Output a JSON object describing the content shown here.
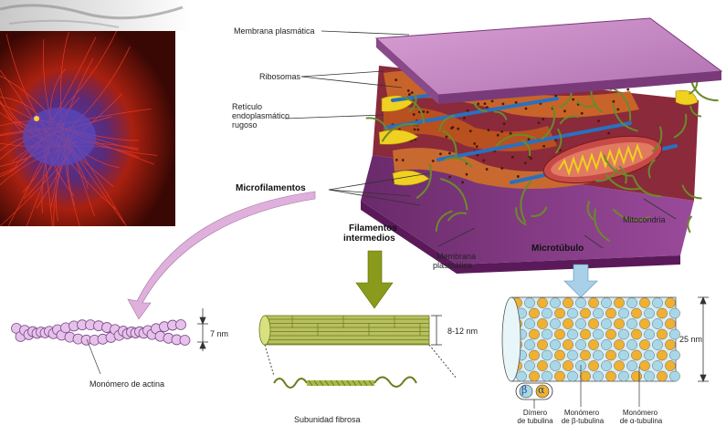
{
  "labels": {
    "membrana_top": "Membrana plasmática",
    "ribosomas": "Ribosomas",
    "reticulo_1": "Retículo",
    "reticulo_2": "endoplasmático",
    "reticulo_3": "rugoso",
    "microfilamentos": "Microfilamentos",
    "filamentos_1": "Filamentos",
    "filamentos_2": "intermedios",
    "mitocondria": "Mitocondria",
    "membrana_bottom_1": "Membrana",
    "membrana_bottom_2": "plasmática",
    "microtubulo": "Microtúbulo",
    "actina_size": "7 nm",
    "intermedios_size": "8-12 nm",
    "tubulo_size": "25 nm",
    "monomero_actina": "Monómero de actina",
    "subunidad_fibrosa": "Subunidad fibrosa",
    "dimero_1": "Dímero",
    "dimero_2": "de tubulina",
    "beta_mono_1": "Monómero",
    "beta_mono_2": "de β-tubulina",
    "alpha_mono_1": "Monómero",
    "alpha_mono_2": "de α-tubulina",
    "beta_symbol": "β",
    "alpha_symbol": "α"
  },
  "colors": {
    "membrane": "#c98ac6",
    "membrane_dark": "#7a3a7a",
    "cytoplasm_floor": "#8b3a8c",
    "microfilament": "#6b8a2a",
    "microtubule": "#2a70c0",
    "mitochondria": "#c8504a",
    "er": "#c86428",
    "actin": "#e0b8e6",
    "intermediate": "#a8b84a",
    "tubulin_beta": "#f0b030",
    "tubulin_alpha": "#a8d8e8",
    "arrow_pink": "#e0b0dc",
    "arrow_green": "#8a9a1a",
    "arrow_blue": "#a8d0e8"
  }
}
